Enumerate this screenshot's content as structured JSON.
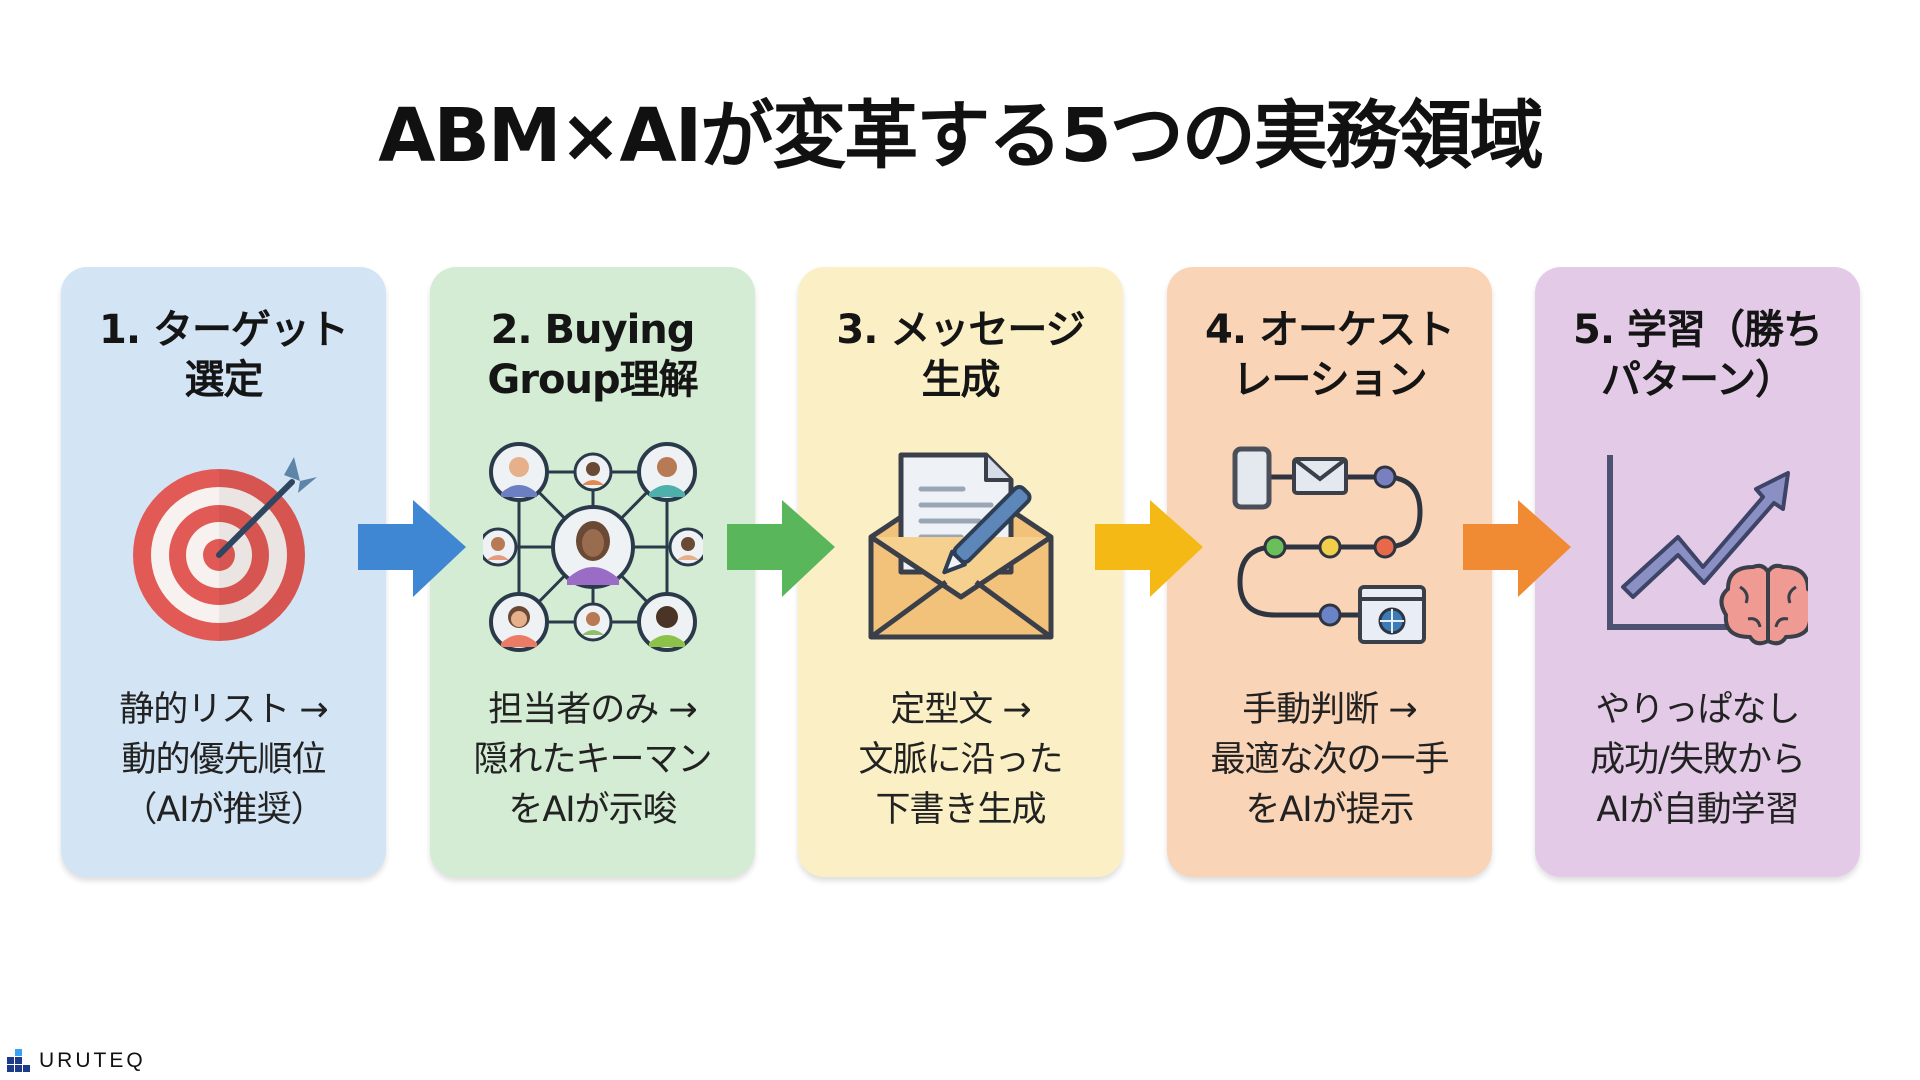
{
  "title": "ABM×AIが変革する5つの実務領域",
  "colors": {
    "card_1_bg": "#d3e5f5",
    "card_2_bg": "#d3ecd3",
    "card_3_bg": "#fbf0c5",
    "card_4_bg": "#fad4b6",
    "card_5_bg": "#e3cbe8",
    "arrow_1": "#3f87d2",
    "arrow_2": "#5ab65a",
    "arrow_3": "#f4b914",
    "arrow_4": "#f08a33",
    "logo_dark": "#1e3a8a",
    "logo_light": "#3ba1f3"
  },
  "cards": [
    {
      "heading": [
        "1. ターゲット",
        "選定"
      ],
      "icon": "target-icon",
      "body": [
        "静的リスト →",
        "動的優先順位",
        "（AIが推奨）"
      ]
    },
    {
      "heading": [
        "2. Buying",
        "Group理解"
      ],
      "icon": "people-network-icon",
      "body": [
        "担当者のみ →",
        "隠れたキーマン",
        "をAIが示唆"
      ]
    },
    {
      "heading": [
        "3. メッセージ",
        "生成"
      ],
      "icon": "envelope-letter-pen-icon",
      "body": [
        "定型文 →",
        "文脈に沿った",
        "下書き生成"
      ]
    },
    {
      "heading": [
        "4. オーケスト",
        "レーション"
      ],
      "icon": "channel-journey-icon",
      "body": [
        "手動判断 →",
        "最適な次の一手",
        "をAIが提示"
      ]
    },
    {
      "heading": [
        "5. 学習（勝ち",
        "パターン）"
      ],
      "icon": "growth-chart-brain-icon",
      "body": [
        "やりっぱなし",
        "成功/失敗から",
        "AIが自動学習"
      ]
    }
  ],
  "logo": {
    "text": "URUTEQ",
    "icon": "blocks-logo-icon"
  }
}
